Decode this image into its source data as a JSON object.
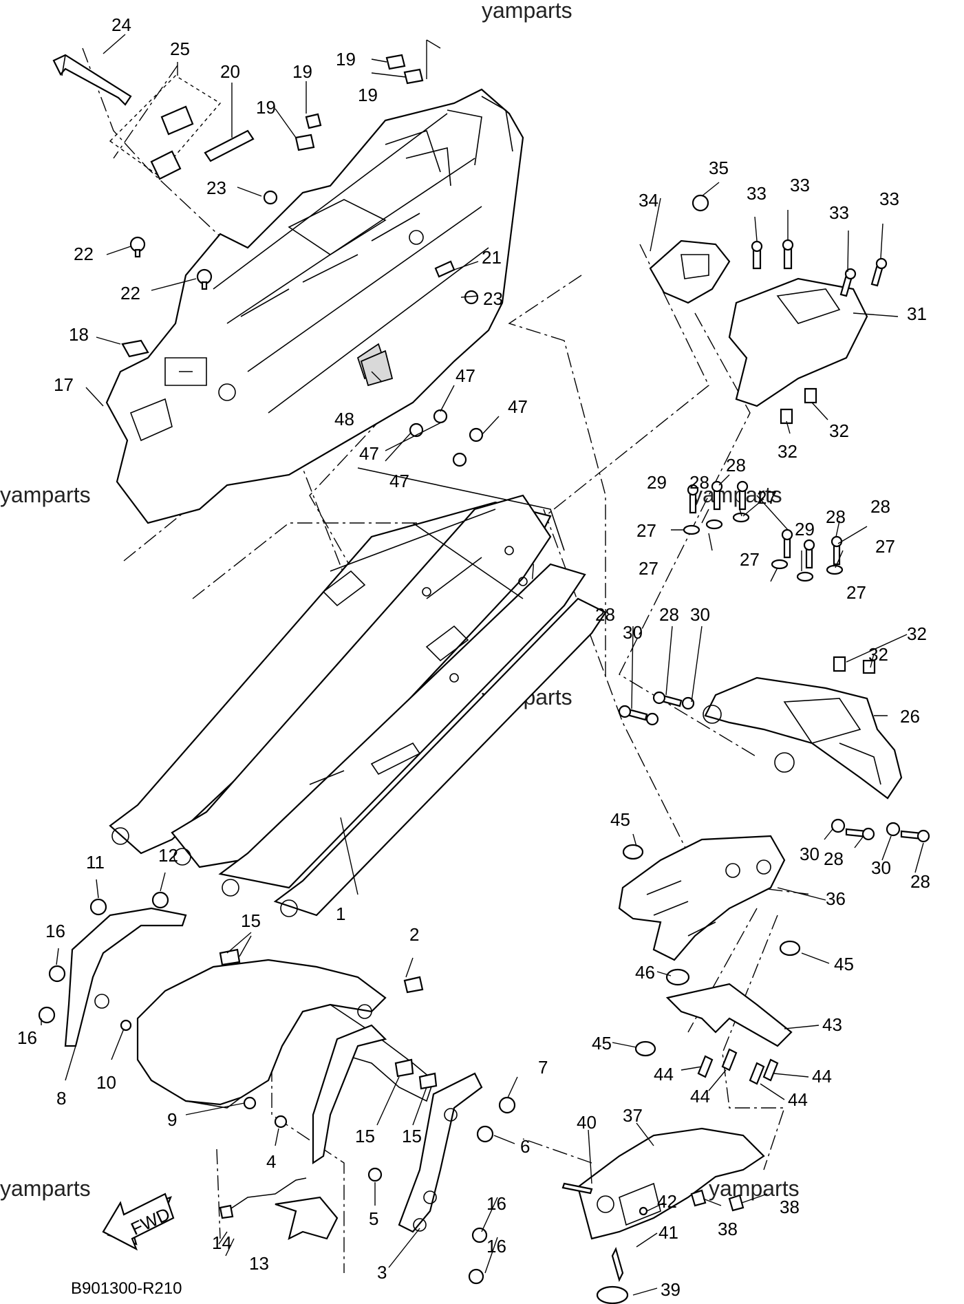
{
  "watermarks": [
    "yamparts",
    "yamparts",
    "yamparts",
    "yamparts",
    "yamparts",
    "yamparts"
  ],
  "diagram_code": "B901300-R210",
  "fwd_label": "FWD",
  "callouts": [
    {
      "num": "1"
    },
    {
      "num": "2"
    },
    {
      "num": "3"
    },
    {
      "num": "4"
    },
    {
      "num": "5"
    },
    {
      "num": "6"
    },
    {
      "num": "7"
    },
    {
      "num": "8"
    },
    {
      "num": "9"
    },
    {
      "num": "10"
    },
    {
      "num": "11"
    },
    {
      "num": "12"
    },
    {
      "num": "13"
    },
    {
      "num": "14"
    },
    {
      "num": "15"
    },
    {
      "num": "15"
    },
    {
      "num": "15"
    },
    {
      "num": "16"
    },
    {
      "num": "16"
    },
    {
      "num": "16"
    },
    {
      "num": "16"
    },
    {
      "num": "17"
    },
    {
      "num": "18"
    },
    {
      "num": "19"
    },
    {
      "num": "19"
    },
    {
      "num": "19"
    },
    {
      "num": "19"
    },
    {
      "num": "20"
    },
    {
      "num": "21"
    },
    {
      "num": "22"
    },
    {
      "num": "22"
    },
    {
      "num": "23"
    },
    {
      "num": "23"
    },
    {
      "num": "24"
    },
    {
      "num": "25"
    },
    {
      "num": "26"
    },
    {
      "num": "27"
    },
    {
      "num": "27"
    },
    {
      "num": "27"
    },
    {
      "num": "27"
    },
    {
      "num": "27"
    },
    {
      "num": "27"
    },
    {
      "num": "28"
    },
    {
      "num": "28"
    },
    {
      "num": "28"
    },
    {
      "num": "28"
    },
    {
      "num": "28"
    },
    {
      "num": "28"
    },
    {
      "num": "28"
    },
    {
      "num": "28"
    },
    {
      "num": "29"
    },
    {
      "num": "29"
    },
    {
      "num": "30"
    },
    {
      "num": "30"
    },
    {
      "num": "30"
    },
    {
      "num": "30"
    },
    {
      "num": "31"
    },
    {
      "num": "32"
    },
    {
      "num": "32"
    },
    {
      "num": "32"
    },
    {
      "num": "32"
    },
    {
      "num": "33"
    },
    {
      "num": "33"
    },
    {
      "num": "33"
    },
    {
      "num": "33"
    },
    {
      "num": "34"
    },
    {
      "num": "35"
    },
    {
      "num": "36"
    },
    {
      "num": "37"
    },
    {
      "num": "38"
    },
    {
      "num": "38"
    },
    {
      "num": "39"
    },
    {
      "num": "40"
    },
    {
      "num": "41"
    },
    {
      "num": "42"
    },
    {
      "num": "43"
    },
    {
      "num": "44"
    },
    {
      "num": "44"
    },
    {
      "num": "44"
    },
    {
      "num": "44"
    },
    {
      "num": "45"
    },
    {
      "num": "45"
    },
    {
      "num": "45"
    },
    {
      "num": "46"
    },
    {
      "num": "47"
    },
    {
      "num": "47"
    },
    {
      "num": "47"
    },
    {
      "num": "47"
    },
    {
      "num": "48"
    }
  ]
}
